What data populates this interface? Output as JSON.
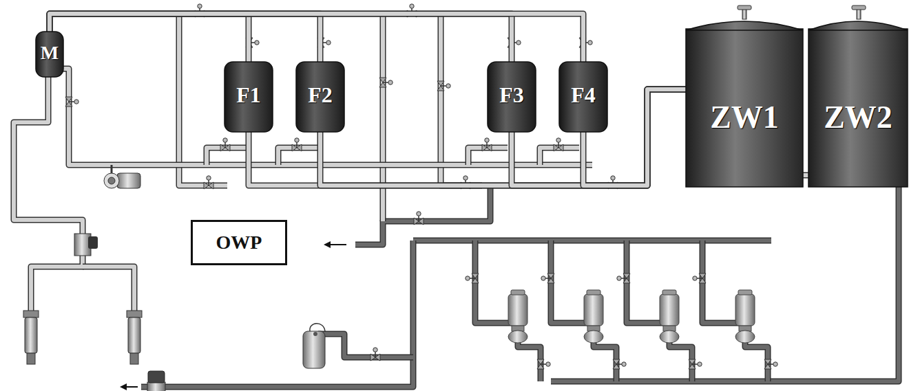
{
  "diagram": {
    "nodes": [
      {
        "text": [
          "M"
        ]
      },
      {
        "text": [
          "F1"
        ]
      },
      {
        "text": [
          "F2"
        ]
      },
      {
        "text": [
          "F3"
        ]
      },
      {
        "text": [
          "F4"
        ]
      },
      {
        "text": [
          "ZW1"
        ]
      },
      {
        "text": [
          "ZW2"
        ]
      },
      {
        "text": [
          "OWP"
        ]
      }
    ],
    "edges": [
      {
        "from": 0,
        "to": 1,
        "arrow": "none"
      },
      {
        "from": 0,
        "to": 2,
        "arrow": "none"
      },
      {
        "from": 0,
        "to": 3,
        "arrow": "none"
      },
      {
        "from": 0,
        "to": 4,
        "arrow": "none"
      },
      {
        "from": 1,
        "to": 5,
        "arrow": "none"
      },
      {
        "from": 2,
        "to": 5,
        "arrow": "none"
      },
      {
        "from": 3,
        "to": 5,
        "arrow": "none"
      },
      {
        "from": 4,
        "to": 5,
        "arrow": "none"
      },
      {
        "from": 5,
        "to": 6,
        "arrow": "none"
      }
    ]
  }
}
